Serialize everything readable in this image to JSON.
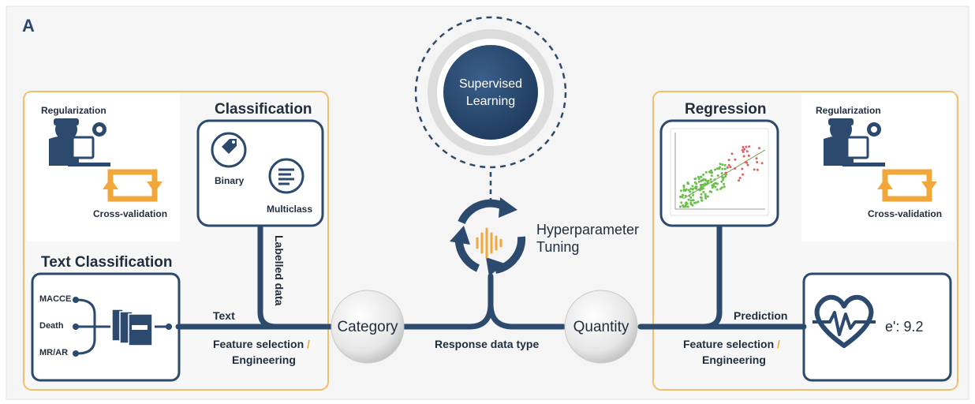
{
  "panel_letter": "A",
  "center": {
    "line1": "Supervised",
    "line2": "Learning"
  },
  "hyperparameter": {
    "line1": "Hyperparameter",
    "line2": "Tuning"
  },
  "left_box": {
    "regularization": "Regularization",
    "cross_validation": "Cross-validation"
  },
  "classification": {
    "title": "Classification",
    "binary": "Binary",
    "multiclass": "Multiclass",
    "labelled_data": "Labelled data"
  },
  "text_classification": {
    "title": "Text Classification",
    "inputs": [
      "MACCE",
      "Death",
      "MR/AR"
    ]
  },
  "left_pipeline": {
    "text": "Text",
    "feature_selection": "Feature selection",
    "slash": "/",
    "engineering": "Engineering"
  },
  "category": "Category",
  "response_data_type": "Response data type",
  "quantity": "Quantity",
  "regression": {
    "title": "Regression"
  },
  "right_box": {
    "regularization": "Regularization",
    "cross_validation": "Cross-validation"
  },
  "right_pipeline": {
    "prediction": "Prediction",
    "feature_selection": "Feature selection",
    "slash": "/",
    "engineering": "Engineering"
  },
  "result": {
    "value": "e': 9.2"
  },
  "colors": {
    "navy": "#2c4a6e",
    "orange": "#f2a73b",
    "light_panel": "#f4f4f4"
  }
}
